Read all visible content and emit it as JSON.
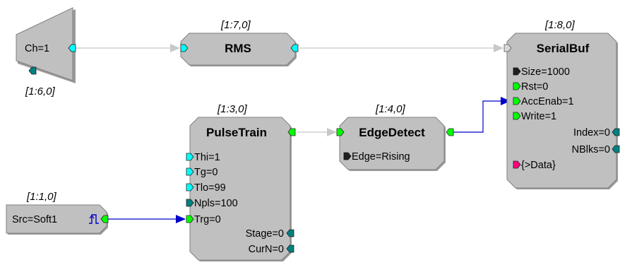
{
  "blocks": {
    "ch_source": {
      "coord": "[1:6,0]",
      "label": "Ch=1"
    },
    "rms": {
      "coord": "[1:7,0]",
      "title": "RMS"
    },
    "serialbuf": {
      "coord": "[1:8,0]",
      "title": "SerialBuf",
      "ports": {
        "size": "Size=1000",
        "rst": "Rst=0",
        "accenab": "AccEnab=1",
        "write": "Write=1",
        "index": "Index=0",
        "nblks": "NBlks=0",
        "data": "{>Data}"
      }
    },
    "pulsetrain": {
      "coord": "[1:3,0]",
      "title": "PulseTrain",
      "ports": {
        "thi": "Thi=1",
        "tg": "Tg=0",
        "tlo": "Tlo=99",
        "npls": "Npls=100",
        "trg": "Trg=0",
        "stage": "Stage=0",
        "curn": "CurN=0"
      }
    },
    "edgedetect": {
      "coord": "[1:4,0]",
      "title": "EdgeDetect",
      "ports": {
        "edge": "Edge=Rising"
      }
    },
    "soft_source": {
      "coord": "[1:1,0]",
      "label": "Src=Soft1"
    }
  },
  "colors": {
    "block_fill": "#c0c0c0",
    "port_green": "#00ff00",
    "port_cyan": "#00ffff",
    "port_teal": "#008080",
    "port_black": "#202020",
    "port_pink": "#ff007f",
    "wire_gray": "#c0c0c0",
    "wire_blue": "#0000cc"
  },
  "icons": {
    "trigger": "pulse-edge-icon"
  }
}
